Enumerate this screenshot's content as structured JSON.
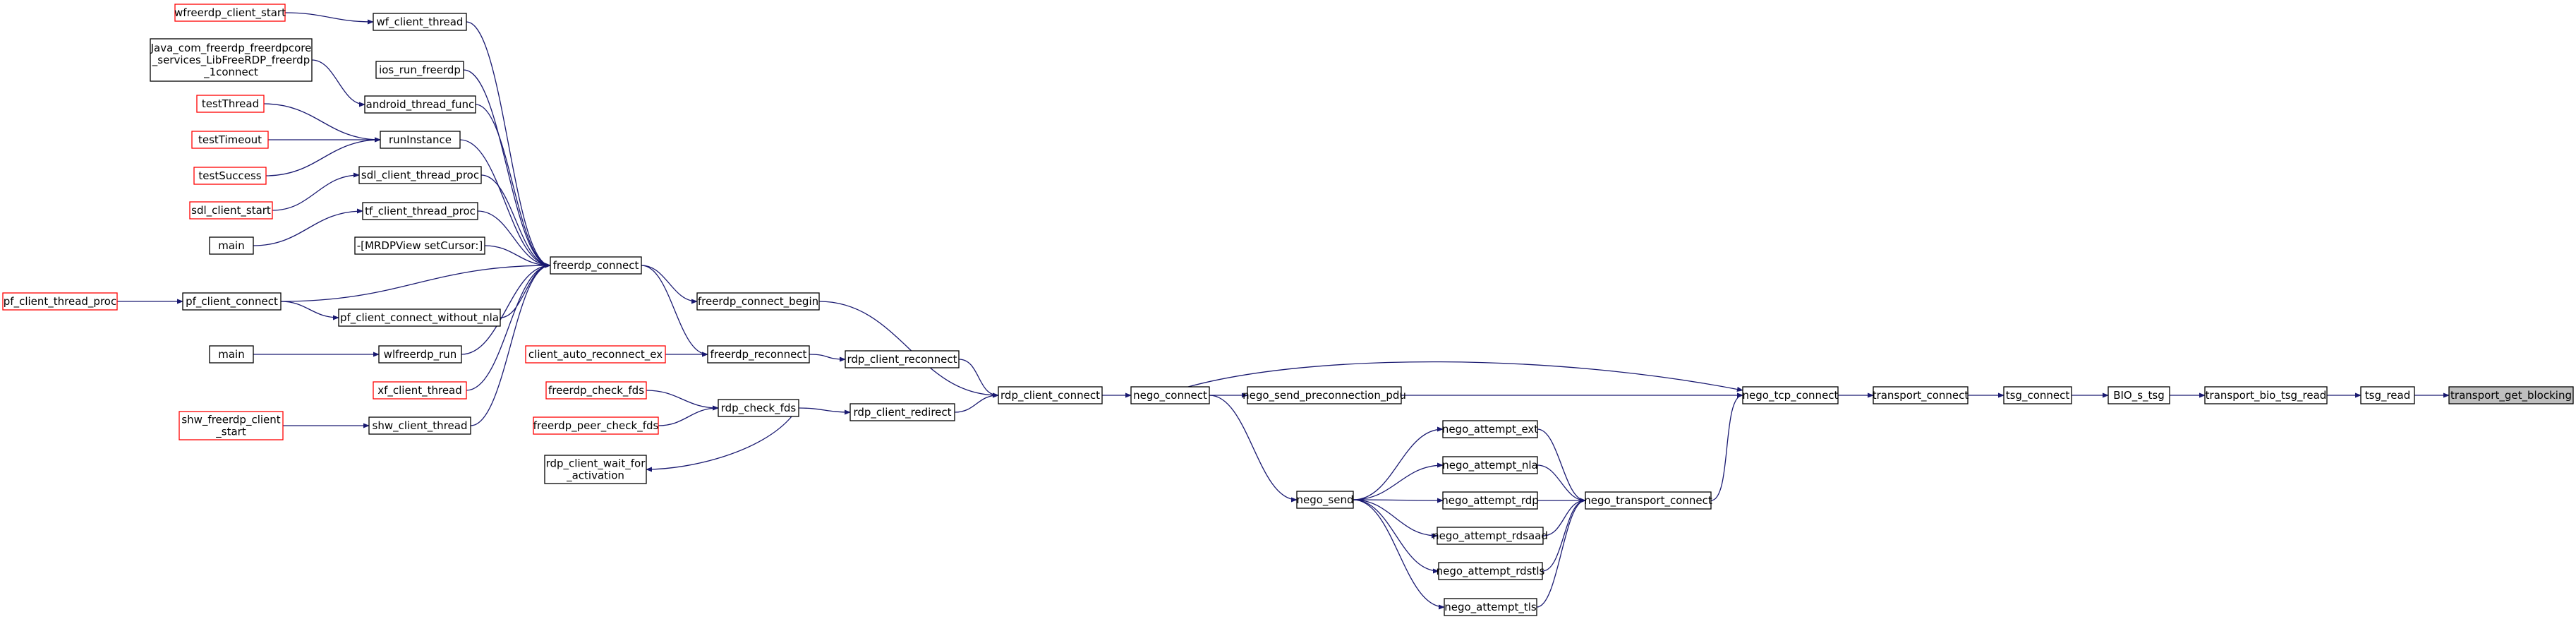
{
  "colors": {
    "edge": "#191970",
    "box_border": "#000000",
    "box_border_linked_red": "#ff0000",
    "focus_fill": "#bfbfbf",
    "box_fill": "#ffffff"
  },
  "nodes": [
    {
      "id": "wfreerdp_client_start",
      "label": "wfreerdp_client_start",
      "style": "red"
    },
    {
      "id": "wf_client_thread",
      "label": "wf_client_thread",
      "style": "black"
    },
    {
      "id": "java_lib",
      "label": "Java_com_freerdp_freerdpcore\n_services_LibFreeRDP_freerdp\n_1connect",
      "style": "black"
    },
    {
      "id": "ios_run_freerdp",
      "label": "ios_run_freerdp",
      "style": "black"
    },
    {
      "id": "android_thread_func",
      "label": "android_thread_func",
      "style": "black"
    },
    {
      "id": "testThread",
      "label": "testThread",
      "style": "red"
    },
    {
      "id": "testTimeout",
      "label": "testTimeout",
      "style": "red"
    },
    {
      "id": "testSuccess",
      "label": "testSuccess",
      "style": "red"
    },
    {
      "id": "runInstance",
      "label": "runInstance",
      "style": "black"
    },
    {
      "id": "sdl_client_start",
      "label": "sdl_client_start",
      "style": "red"
    },
    {
      "id": "sdl_client_thread_proc",
      "label": "sdl_client_thread_proc",
      "style": "black"
    },
    {
      "id": "main_1",
      "label": "main",
      "style": "black"
    },
    {
      "id": "tf_client_thread_proc",
      "label": "tf_client_thread_proc",
      "style": "black"
    },
    {
      "id": "mrdpview",
      "label": "-[MRDPView setCursor:]",
      "style": "black"
    },
    {
      "id": "pf_client_thread_proc",
      "label": "pf_client_thread_proc",
      "style": "red"
    },
    {
      "id": "pf_client_connect",
      "label": "pf_client_connect",
      "style": "black"
    },
    {
      "id": "pf_client_connect_without_nla",
      "label": "pf_client_connect_without_nla",
      "style": "black"
    },
    {
      "id": "main_2",
      "label": "main",
      "style": "black"
    },
    {
      "id": "wlfreerdp_run",
      "label": "wlfreerdp_run",
      "style": "black"
    },
    {
      "id": "xf_client_thread",
      "label": "xf_client_thread",
      "style": "red"
    },
    {
      "id": "shw_freerdp_client_start",
      "label": "shw_freerdp_client\n_start",
      "style": "red"
    },
    {
      "id": "shw_client_thread",
      "label": "shw_client_thread",
      "style": "black"
    },
    {
      "id": "freerdp_connect",
      "label": "freerdp_connect",
      "style": "black"
    },
    {
      "id": "freerdp_connect_begin",
      "label": "freerdp_connect_begin",
      "style": "black"
    },
    {
      "id": "client_auto_reconnect_ex",
      "label": "client_auto_reconnect_ex",
      "style": "red"
    },
    {
      "id": "freerdp_reconnect",
      "label": "freerdp_reconnect",
      "style": "black"
    },
    {
      "id": "freerdp_check_fds",
      "label": "freerdp_check_fds",
      "style": "red"
    },
    {
      "id": "freerdp_peer_check_fds",
      "label": "freerdp_peer_check_fds",
      "style": "red"
    },
    {
      "id": "rdp_check_fds",
      "label": "rdp_check_fds",
      "style": "black"
    },
    {
      "id": "rdp_client_wait_for_activation",
      "label": "rdp_client_wait_for\n_activation",
      "style": "black"
    },
    {
      "id": "rdp_client_reconnect",
      "label": "rdp_client_reconnect",
      "style": "black"
    },
    {
      "id": "rdp_client_redirect",
      "label": "rdp_client_redirect",
      "style": "black"
    },
    {
      "id": "rdp_client_connect",
      "label": "rdp_client_connect",
      "style": "black"
    },
    {
      "id": "nego_connect",
      "label": "nego_connect",
      "style": "black"
    },
    {
      "id": "nego_send_preconnection_pdu",
      "label": "nego_send_preconnection_pdu",
      "style": "black"
    },
    {
      "id": "nego_send",
      "label": "nego_send",
      "style": "black"
    },
    {
      "id": "nego_attempt_ext",
      "label": "nego_attempt_ext",
      "style": "black"
    },
    {
      "id": "nego_attempt_nla",
      "label": "nego_attempt_nla",
      "style": "black"
    },
    {
      "id": "nego_attempt_rdp",
      "label": "nego_attempt_rdp",
      "style": "black"
    },
    {
      "id": "nego_attempt_rdsaad",
      "label": "nego_attempt_rdsaad",
      "style": "black"
    },
    {
      "id": "nego_attempt_rdstls",
      "label": "nego_attempt_rdstls",
      "style": "black"
    },
    {
      "id": "nego_attempt_tls",
      "label": "nego_attempt_tls",
      "style": "black"
    },
    {
      "id": "nego_transport_connect",
      "label": "nego_transport_connect",
      "style": "black"
    },
    {
      "id": "nego_tcp_connect",
      "label": "nego_tcp_connect",
      "style": "black"
    },
    {
      "id": "transport_connect",
      "label": "transport_connect",
      "style": "black"
    },
    {
      "id": "tsg_connect",
      "label": "tsg_connect",
      "style": "black"
    },
    {
      "id": "BIO_s_tsg",
      "label": "BIO_s_tsg",
      "style": "black"
    },
    {
      "id": "transport_bio_tsg_read",
      "label": "transport_bio_tsg_read",
      "style": "black"
    },
    {
      "id": "tsg_read",
      "label": "tsg_read",
      "style": "black"
    },
    {
      "id": "transport_get_blocking",
      "label": "transport_get_blocking",
      "style": "focus"
    }
  ],
  "edges": [
    [
      "wfreerdp_client_start",
      "wf_client_thread"
    ],
    [
      "java_lib",
      "android_thread_func"
    ],
    [
      "testThread",
      "runInstance"
    ],
    [
      "testTimeout",
      "runInstance"
    ],
    [
      "testSuccess",
      "runInstance"
    ],
    [
      "sdl_client_start",
      "sdl_client_thread_proc"
    ],
    [
      "main_1",
      "tf_client_thread_proc"
    ],
    [
      "pf_client_thread_proc",
      "pf_client_connect"
    ],
    [
      "pf_client_connect",
      "pf_client_connect_without_nla"
    ],
    [
      "main_2",
      "wlfreerdp_run"
    ],
    [
      "shw_freerdp_client_start",
      "shw_client_thread"
    ],
    [
      "wf_client_thread",
      "freerdp_connect"
    ],
    [
      "ios_run_freerdp",
      "freerdp_connect"
    ],
    [
      "android_thread_func",
      "freerdp_connect"
    ],
    [
      "runInstance",
      "freerdp_connect"
    ],
    [
      "sdl_client_thread_proc",
      "freerdp_connect"
    ],
    [
      "tf_client_thread_proc",
      "freerdp_connect"
    ],
    [
      "mrdpview",
      "freerdp_connect"
    ],
    [
      "pf_client_connect",
      "freerdp_connect"
    ],
    [
      "pf_client_connect_without_nla",
      "freerdp_connect"
    ],
    [
      "wlfreerdp_run",
      "freerdp_connect"
    ],
    [
      "xf_client_thread",
      "freerdp_connect"
    ],
    [
      "shw_client_thread",
      "freerdp_connect"
    ],
    [
      "freerdp_connect",
      "freerdp_connect_begin"
    ],
    [
      "freerdp_connect",
      "freerdp_reconnect"
    ],
    [
      "client_auto_reconnect_ex",
      "freerdp_reconnect"
    ],
    [
      "freerdp_check_fds",
      "rdp_check_fds"
    ],
    [
      "freerdp_peer_check_fds",
      "rdp_check_fds"
    ],
    [
      "rdp_check_fds",
      "rdp_client_wait_for_activation"
    ],
    [
      "freerdp_reconnect",
      "rdp_client_reconnect"
    ],
    [
      "rdp_check_fds",
      "rdp_client_redirect"
    ],
    [
      "freerdp_connect_begin",
      "rdp_client_connect"
    ],
    [
      "rdp_client_reconnect",
      "rdp_client_connect"
    ],
    [
      "rdp_client_redirect",
      "rdp_client_connect"
    ],
    [
      "rdp_client_connect",
      "nego_connect"
    ],
    [
      "nego_connect",
      "nego_send_preconnection_pdu"
    ],
    [
      "nego_connect",
      "nego_send"
    ],
    [
      "nego_send",
      "nego_attempt_ext"
    ],
    [
      "nego_send",
      "nego_attempt_nla"
    ],
    [
      "nego_send",
      "nego_attempt_rdp"
    ],
    [
      "nego_send",
      "nego_attempt_rdsaad"
    ],
    [
      "nego_send",
      "nego_attempt_rdstls"
    ],
    [
      "nego_send",
      "nego_attempt_tls"
    ],
    [
      "nego_attempt_ext",
      "nego_transport_connect"
    ],
    [
      "nego_attempt_nla",
      "nego_transport_connect"
    ],
    [
      "nego_attempt_rdp",
      "nego_transport_connect"
    ],
    [
      "nego_attempt_rdsaad",
      "nego_transport_connect"
    ],
    [
      "nego_attempt_rdstls",
      "nego_transport_connect"
    ],
    [
      "nego_attempt_tls",
      "nego_transport_connect"
    ],
    [
      "nego_connect",
      "nego_tcp_connect"
    ],
    [
      "nego_send_preconnection_pdu",
      "nego_tcp_connect"
    ],
    [
      "nego_transport_connect",
      "nego_tcp_connect"
    ],
    [
      "nego_tcp_connect",
      "transport_connect"
    ],
    [
      "transport_connect",
      "tsg_connect"
    ],
    [
      "tsg_connect",
      "BIO_s_tsg"
    ],
    [
      "BIO_s_tsg",
      "transport_bio_tsg_read"
    ],
    [
      "transport_bio_tsg_read",
      "tsg_read"
    ],
    [
      "tsg_read",
      "transport_get_blocking"
    ]
  ]
}
